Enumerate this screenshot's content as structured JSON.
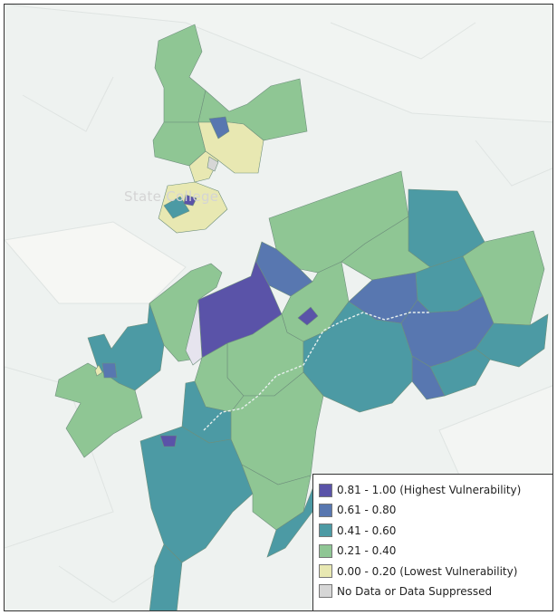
{
  "map": {
    "place_label": "State College",
    "colors": {
      "background": "#eef2f0",
      "highest": "#5a53a8",
      "high": "#5877b0",
      "medium": "#4c9aa4",
      "low": "#8fc694",
      "lowest": "#e8e8b2",
      "no_data": "#d6d6d6"
    }
  },
  "legend": {
    "items": [
      {
        "label": "0.81 - 1.00 (Highest Vulnerability)",
        "color": "#5a53a8"
      },
      {
        "label": "0.61 - 0.80",
        "color": "#5877b0"
      },
      {
        "label": "0.41 - 0.60",
        "color": "#4c9aa4"
      },
      {
        "label": "0.21 - 0.40",
        "color": "#8fc694"
      },
      {
        "label": "0.00 - 0.20 (Lowest Vulnerability)",
        "color": "#e8e8b2"
      },
      {
        "label": "No Data or Data Suppressed",
        "color": "#d6d6d6"
      }
    ]
  }
}
